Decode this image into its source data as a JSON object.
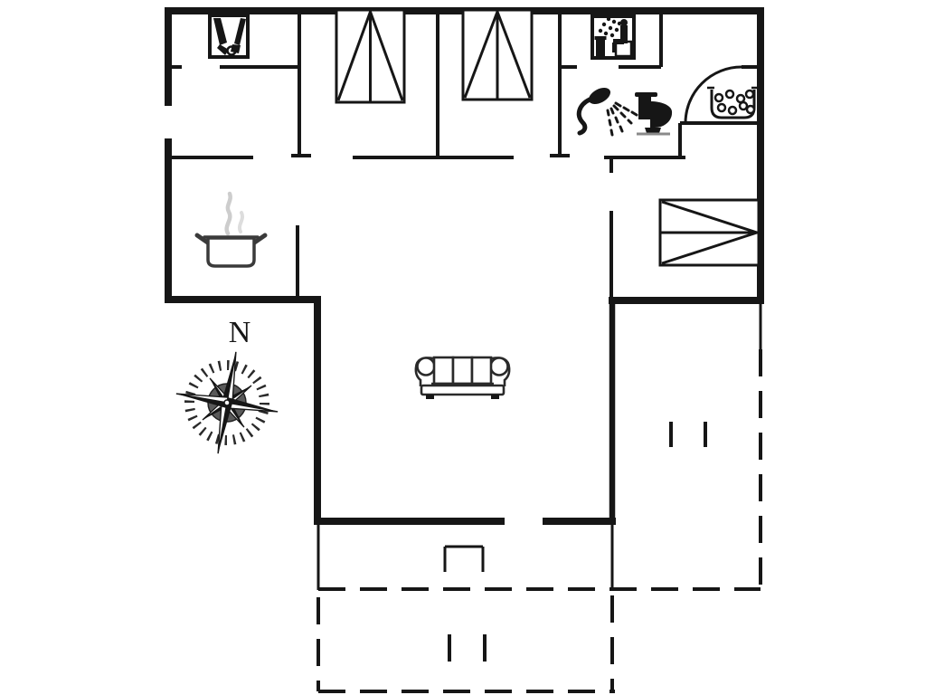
{
  "page": {
    "background": "#ffffff",
    "line_color": "#161616",
    "kind": "holiday-house floor plan drawing"
  },
  "compass": {
    "north_label": "N"
  },
  "floorplan": {
    "fixtures": [
      {
        "id": "wardrobe-icon",
        "meaning": "cloakroom / utility pictogram in entrance closet"
      },
      {
        "id": "double-bed-1",
        "meaning": "double bed, bedroom 1 (head at north wall)"
      },
      {
        "id": "double-bed-2",
        "meaning": "double bed, bedroom 2 (head at north wall)"
      },
      {
        "id": "sauna-icon",
        "meaning": "person in sauna with steam"
      },
      {
        "id": "shower-icon",
        "meaning": "hand shower with spray"
      },
      {
        "id": "toilet-icon",
        "meaning": "WC toilet, side view"
      },
      {
        "id": "whirlpool-icon",
        "meaning": "whirlpool / bubble bath tub"
      },
      {
        "id": "door-arc",
        "meaning": "door swing into whirlpool nook"
      },
      {
        "id": "double-bed-3",
        "meaning": "double bed, east bedroom (head at east wall)"
      },
      {
        "id": "cooking-pot-icon",
        "meaning": "steaming pot = kitchen / stove"
      },
      {
        "id": "sofa",
        "meaning": "three-seat sofa in living room"
      },
      {
        "id": "compass-rose",
        "meaning": "compass rose pointing north"
      },
      {
        "id": "terrace-outline",
        "meaning": "dashed lines = open terraces south and east"
      },
      {
        "id": "terrace-structure",
        "meaning": "small open rectangle on terrace edge"
      },
      {
        "id": "terrace-marks",
        "meaning": "paired short tick marks on terraces"
      }
    ]
  }
}
